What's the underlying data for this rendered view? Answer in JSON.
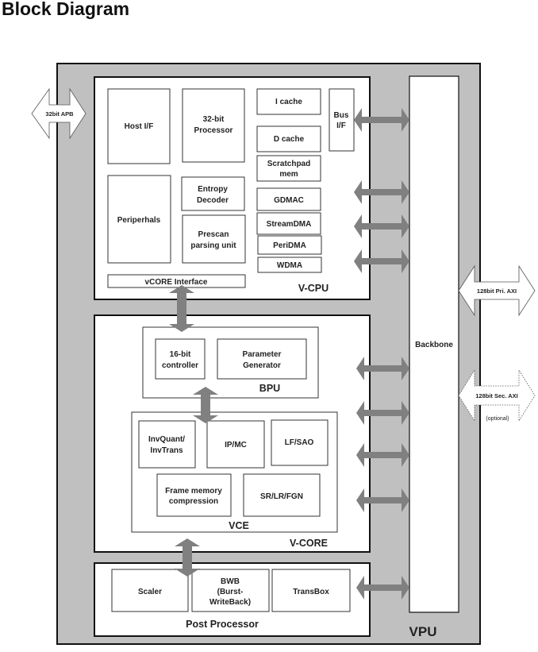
{
  "title": "Block Diagram",
  "colors": {
    "vpu_fill": "#c0c0c0",
    "box_fill": "#ffffff",
    "stroke": "#111111",
    "arrow_fill": "#808080",
    "bus_arrow_fill": "#ffffff"
  },
  "vpu": {
    "label": "VPU"
  },
  "backbone": {
    "label": "Backbone"
  },
  "vcpu": {
    "label": "V-CPU",
    "host_if": "Host I/F",
    "processor": [
      "32-bit",
      "Processor"
    ],
    "icache": "I cache",
    "dcache": "D cache",
    "scratchpad": [
      "Scratchpad",
      "mem"
    ],
    "bus_if": [
      "Bus",
      "I/F"
    ],
    "peripherals": "Periperhals",
    "entropy_decoder": [
      "Entropy",
      "Decoder"
    ],
    "prescan": [
      "Prescan",
      "parsing unit"
    ],
    "gdmac": "GDMAC",
    "streamdma": "StreamDMA",
    "peridma": "PeriDMA",
    "wdma": "WDMA",
    "vcore_interface": "vCORE Interface"
  },
  "vcore": {
    "label": "V-CORE",
    "bpu": {
      "label": "BPU",
      "controller": [
        "16-bit",
        "controller"
      ],
      "param_gen": [
        "Parameter",
        "Generator"
      ]
    },
    "vce": {
      "label": "VCE",
      "invquant": [
        "InvQuant/",
        "InvTrans"
      ],
      "ipmc": "IP/MC",
      "lfsao": "LF/SAO",
      "frame_mem": [
        "Frame memory",
        "compression"
      ],
      "srlrfgn": "SR/LR/FGN"
    }
  },
  "post_processor": {
    "label": "Post Processor",
    "scaler": "Scaler",
    "bwb": [
      "BWB",
      "(Burst-",
      "WriteBack)"
    ],
    "transbox": "TransBox"
  },
  "external_buses": {
    "apb": "32bit APB",
    "pri_axi": "128bit Pri. AXI",
    "sec_axi": "128bit Sec. AXI",
    "sec_axi_note": "(optional)"
  }
}
